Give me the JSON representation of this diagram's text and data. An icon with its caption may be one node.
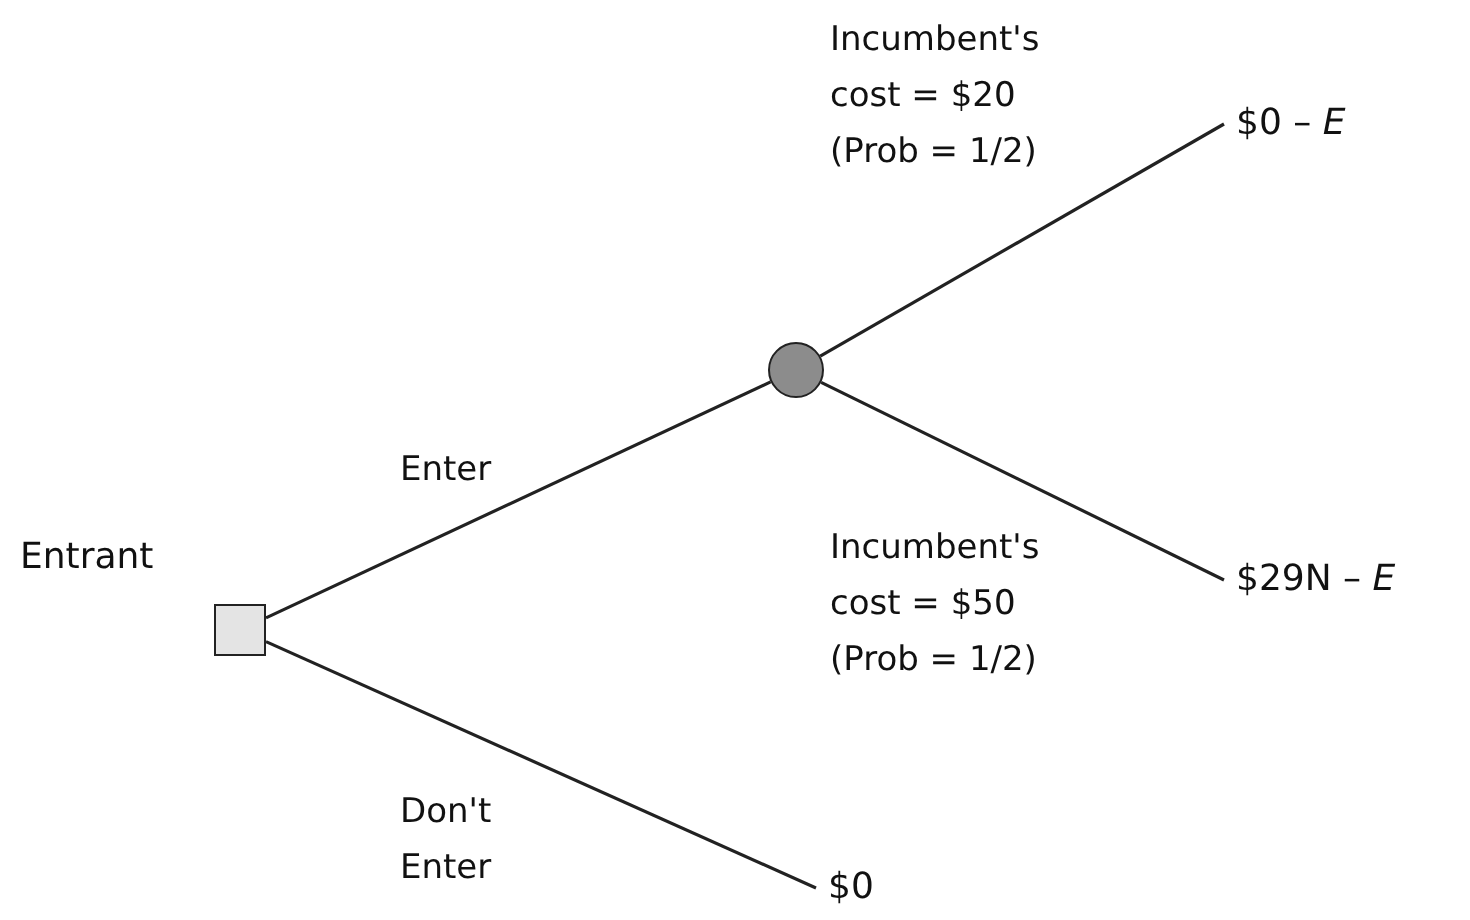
{
  "diagram": {
    "nodes": [
      {
        "text": [],
        "shape": "box",
        "beside": [
          "Entrant"
        ]
      },
      {
        "text": [],
        "shape": "circle"
      },
      {
        "text": [
          "$0 – *E*"
        ]
      },
      {
        "text": [
          "$29N – *E*"
        ]
      },
      {
        "text": [
          "$0"
        ]
      }
    ],
    "edges": [
      {
        "from": 0,
        "to": 1,
        "arrow": "none",
        "label": "Enter"
      },
      {
        "from": 1,
        "to": 2,
        "arrow": "none",
        "label": "Incumbent's cost = $20 (Prob = 1/2)"
      },
      {
        "from": 1,
        "to": 3,
        "arrow": "none",
        "label": "Incumbent's cost = $50 (Prob = 1/2)"
      },
      {
        "from": 0,
        "to": 4,
        "arrow": "none",
        "label": "Don't Enter"
      }
    ]
  }
}
